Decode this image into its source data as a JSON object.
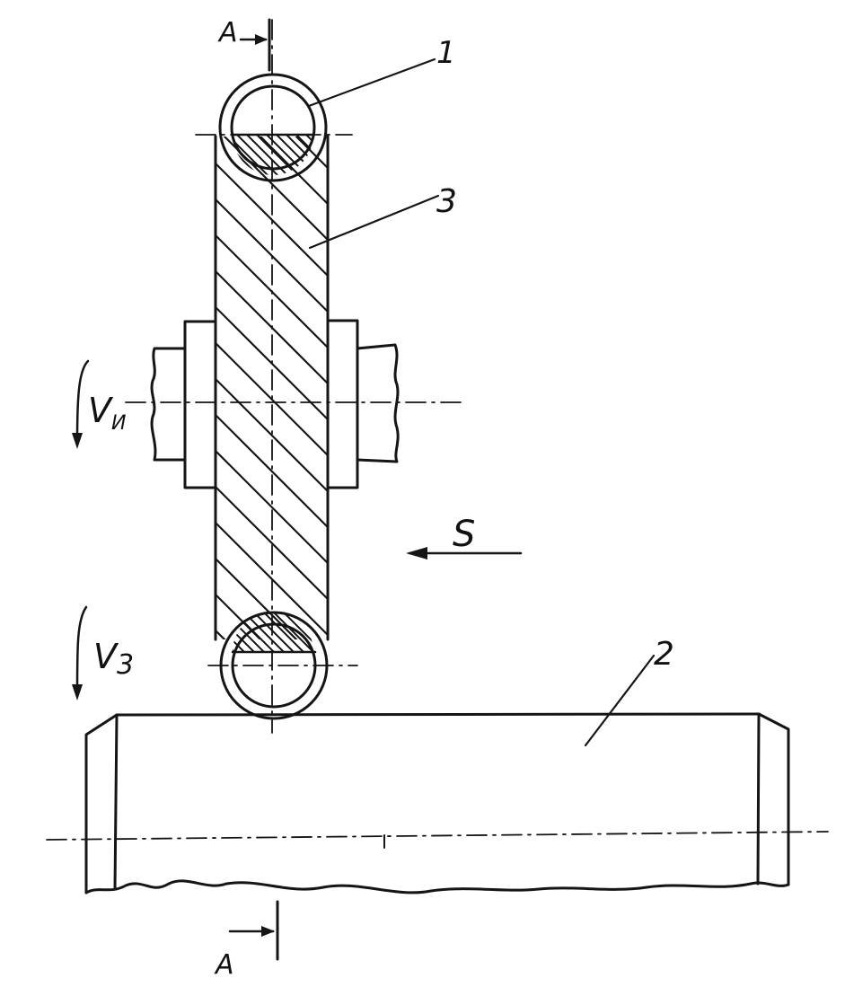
{
  "labels": {
    "section_top": "A",
    "section_bottom": "A",
    "part_1": "1",
    "part_2": "2",
    "part_3": "3",
    "feed": "S",
    "tool_speed": "V",
    "tool_speed_sub": "И",
    "work_speed": "V",
    "work_speed_sub": "3"
  },
  "colors": {
    "ink": "#151515",
    "paper": "#ffffff"
  }
}
